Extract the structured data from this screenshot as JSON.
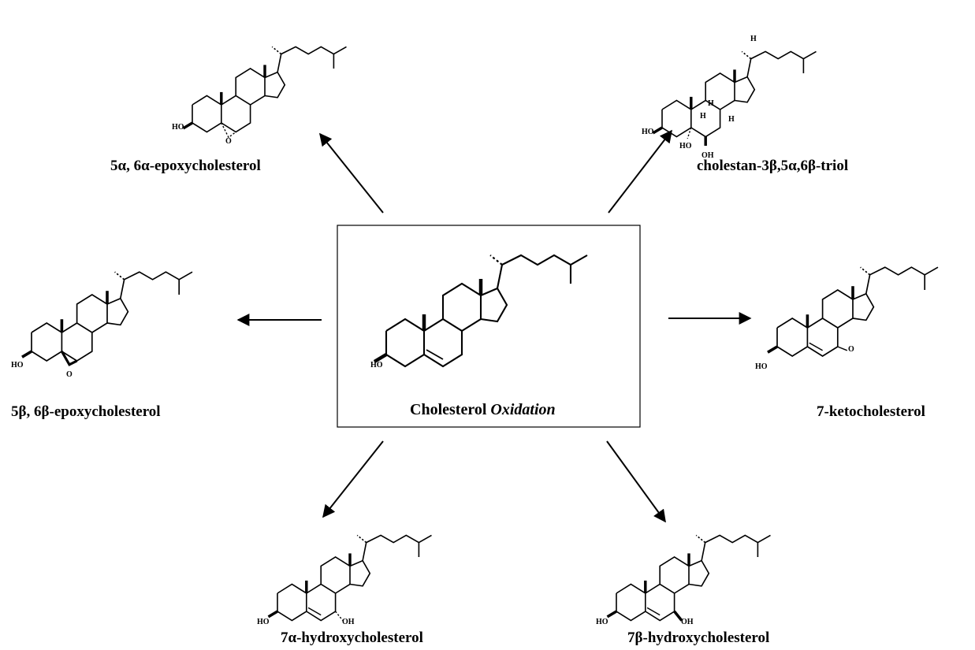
{
  "center": {
    "name_plain": "Cholesterol ",
    "name_italic": "Oxidation",
    "ho": "HO"
  },
  "products": [
    {
      "name": "5α, 6α-epoxycholesterol",
      "ho": "HO",
      "extra": "O"
    },
    {
      "name": "cholestan-3β,5α,6β-triol",
      "ho": "HO",
      "ho5": "HO",
      "oh6": "OH",
      "h": "H"
    },
    {
      "name": "5β, 6β-epoxycholesterol",
      "ho": "HO",
      "extra": "O"
    },
    {
      "name": "7-ketocholesterol",
      "ho": "HO",
      "extra": "O"
    },
    {
      "name": "7α-hydroxycholesterol",
      "ho": "HO",
      "extra": "OH"
    },
    {
      "name": "7β-hydroxycholesterol",
      "ho": "HO",
      "extra": "OH"
    }
  ],
  "colors": {
    "line": "#000000",
    "background": "#ffffff"
  }
}
